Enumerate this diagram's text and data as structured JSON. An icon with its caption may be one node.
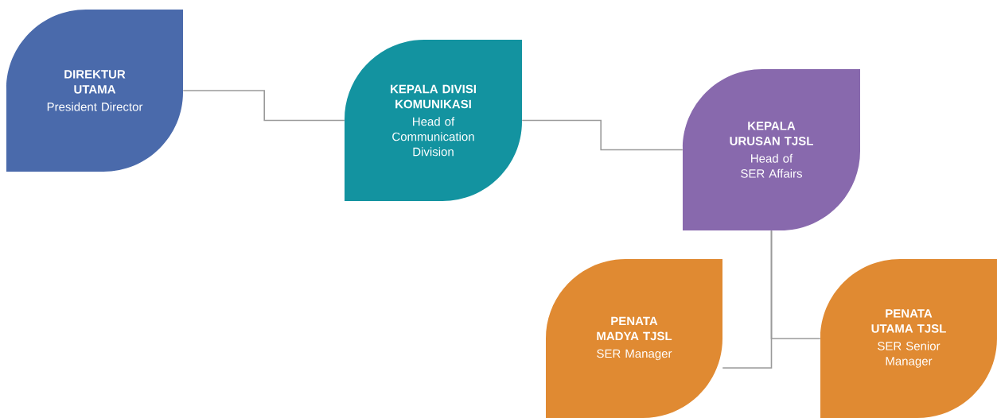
{
  "diagram": {
    "nodes": [
      {
        "text": [
          "DIREKTUR UTAMA",
          "President Director"
        ]
      },
      {
        "text": [
          "KEPALA DIVISI KOMUNIKASI",
          "Head of Communication Division"
        ]
      },
      {
        "text": [
          "KEPALA URUSAN TJSL",
          "Head of SER Affairs"
        ]
      },
      {
        "text": [
          "PENATA MADYA TJSL",
          "SER Manager"
        ]
      },
      {
        "text": [
          "PENATA UTAMA TJSL",
          "SER Senior Manager"
        ]
      }
    ],
    "edges": [
      {
        "from": 0,
        "to": 1,
        "arrow": "none"
      },
      {
        "from": 1,
        "to": 2,
        "arrow": "none"
      },
      {
        "from": 2,
        "to": 3,
        "arrow": "none"
      },
      {
        "from": 2,
        "to": 4,
        "arrow": "none"
      }
    ]
  }
}
